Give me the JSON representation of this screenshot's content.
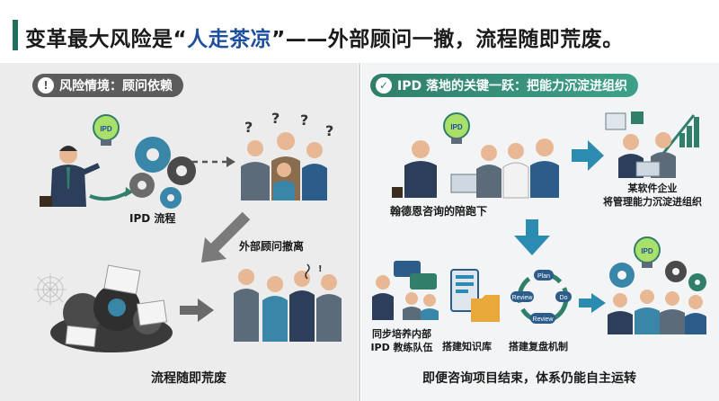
{
  "title": {
    "prefix": "变革最大风险是“",
    "highlight": "人走茶凉",
    "suffix": "”——外部顾问一撤，流程随即荒废。"
  },
  "left_panel": {
    "header": "风险情境：顾问依赖",
    "header_icon": "warning-icon",
    "labels": {
      "ipd_process": "IPD 流程",
      "consultant_withdraws": "外部顾问撤离",
      "process_abandoned": "流程随即荒废"
    },
    "icons": [
      "consultant-icon",
      "lightbulb-icon",
      "gears-icon",
      "confused-team-icon",
      "cobweb-gears-icon",
      "stressed-team-icon"
    ]
  },
  "right_panel": {
    "header": "IPD 落地的关键一跃：把能力沉淀进组织",
    "header_icon": "check-icon",
    "labels": {
      "accompany": "翰德恩咨询的陪跑下",
      "company_line1": "某软件企业",
      "company_line2": "将管理能力沉淀进组织",
      "train_line1": "同步培养内部",
      "train_line2": "IPD 教练队伍",
      "knowledge_base": "搭建知识库",
      "review_mechanism": "搭建复盘机制",
      "self_running": "即便咨询项目结束，体系仍能自主运转"
    },
    "cycle_labels": [
      "Plan",
      "Do",
      "Review",
      "Review"
    ],
    "bulb_text": "IPD",
    "icons": [
      "coaching-team-icon",
      "growth-chart-icon",
      "training-icon",
      "knowledge-base-icon",
      "review-cycle-icon",
      "team-gears-icon"
    ]
  },
  "colors": {
    "title_accent": "#1d4f9c",
    "brand_green": "#2f7f6a",
    "left_panel_bg": "#ececec",
    "arrow_teal": "#2c8bb0",
    "arrow_gray": "#7a7a7a"
  }
}
